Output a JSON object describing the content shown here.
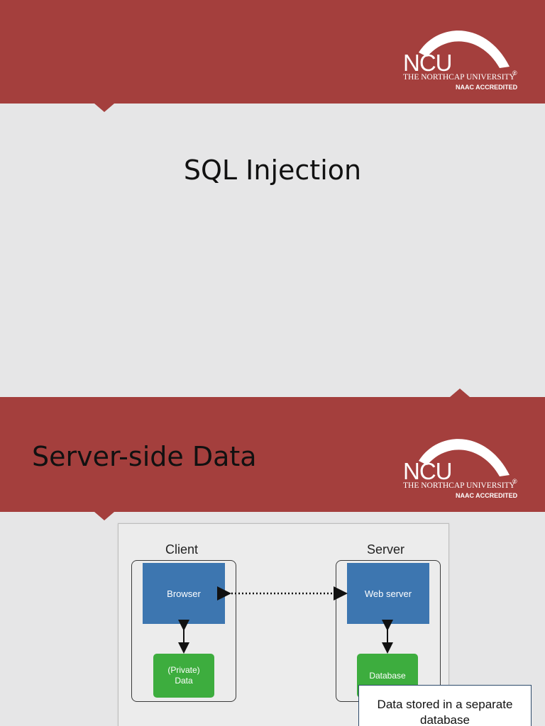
{
  "slide1": {
    "logo": {
      "initials": "NCU",
      "university_name": "THE NORTHCAP UNIVERSITY",
      "registered_mark": "®",
      "accreditation": "NAAC ACCREDITED"
    },
    "title": "SQL Injection"
  },
  "slide2": {
    "logo": {
      "initials": "NCU",
      "university_name": "THE NORTHCAP UNIVERSITY",
      "registered_mark": "®",
      "accreditation": "NAAC ACCREDITED"
    },
    "title": "Server-side Data",
    "diagram": {
      "client_label": "Client",
      "server_label": "Server",
      "browser_label": "Browser",
      "private_data_label_line1": "(Private)",
      "private_data_label_line2": "Data",
      "web_server_label": "Web server",
      "database_label": "Database"
    },
    "callout": {
      "line1": "Data stored in a separate",
      "line2": "database"
    }
  },
  "colors": {
    "banner": "#a43f3d",
    "background": "#e6e6e7",
    "box_blue": "#3d76b0",
    "box_green": "#3dad3e"
  }
}
